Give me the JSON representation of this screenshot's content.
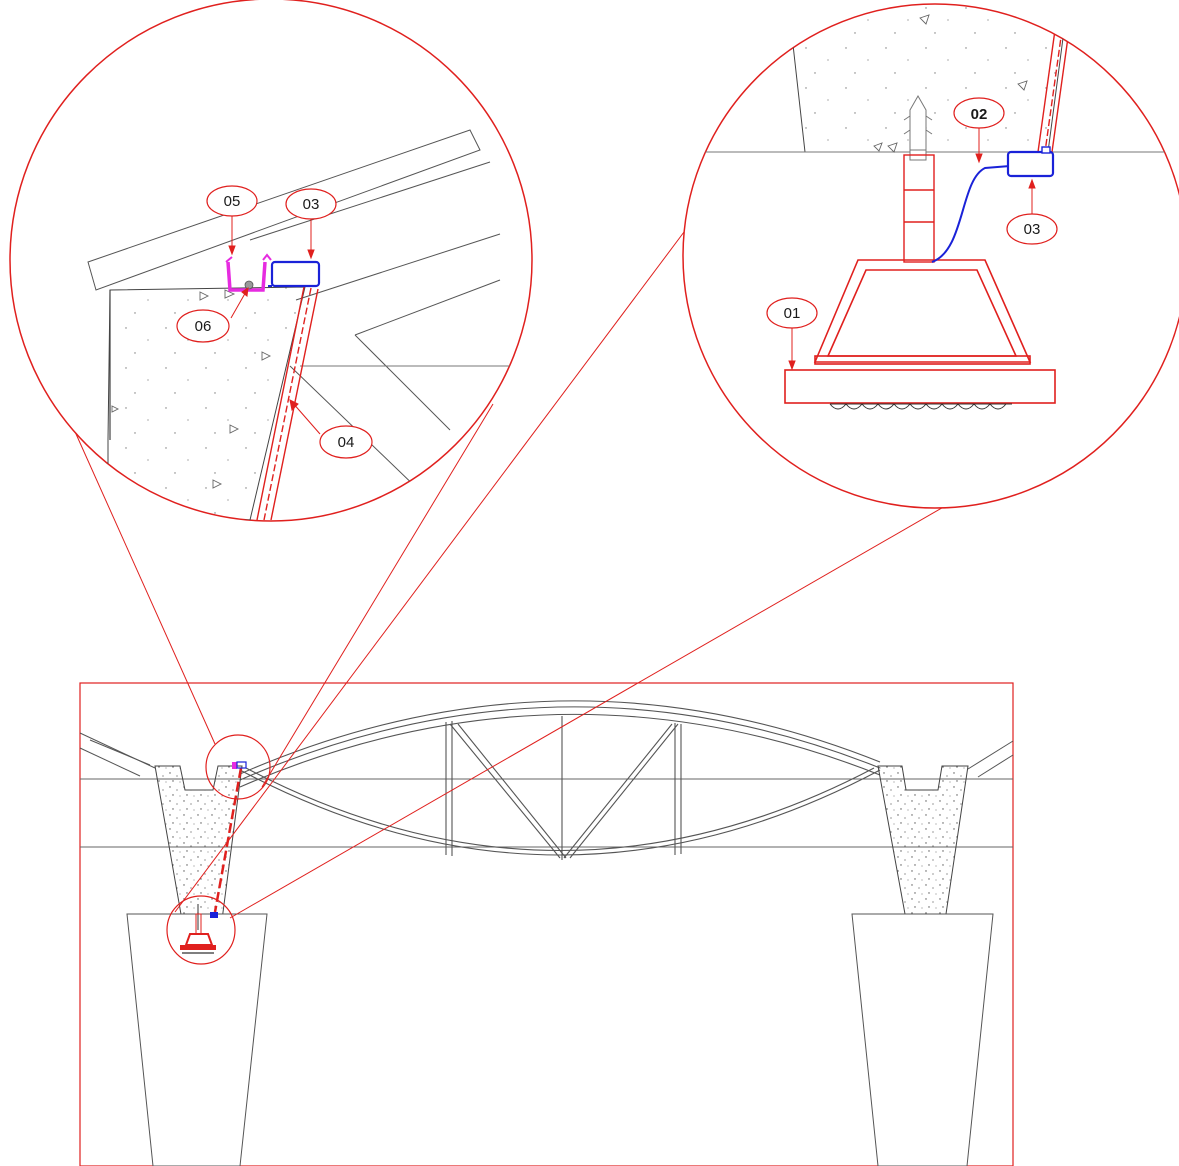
{
  "labels": {
    "c01": "01",
    "c02": "02",
    "c03_right": "03",
    "c03_left": "03",
    "c04": "04",
    "c05": "05",
    "c06": "06"
  },
  "colors": {
    "red": "#e0201e",
    "blue": "#1a22d8",
    "magenta": "#e62be0",
    "line": "#444444",
    "gray": "#9a9a9a"
  }
}
